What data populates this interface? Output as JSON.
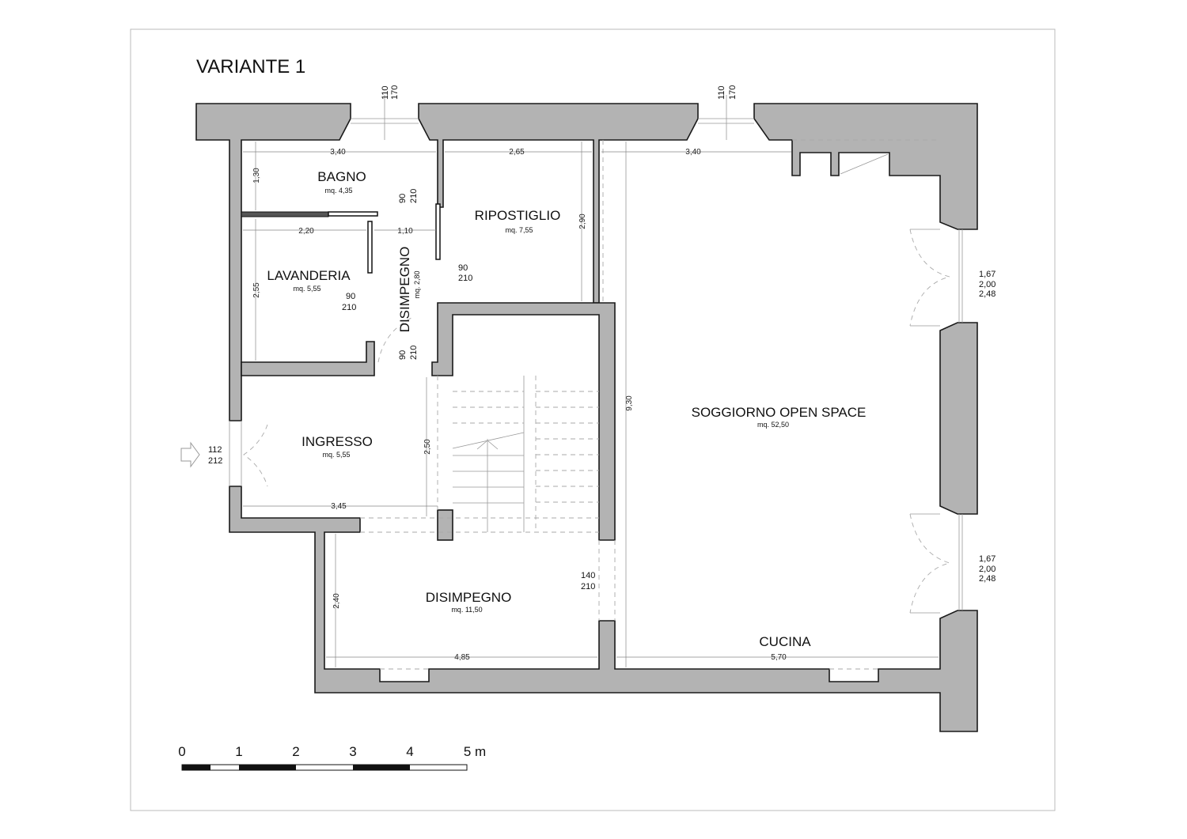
{
  "title": "VARIANTE 1",
  "rooms": {
    "bagno": {
      "name": "BAGNO",
      "area": "mq. 4,35"
    },
    "ripostiglio": {
      "name": "RIPOSTIGLIO",
      "area": "mq. 7,55"
    },
    "lavanderia": {
      "name": "LAVANDERIA",
      "area": "mq. 5,55"
    },
    "disimpegno_small": {
      "name": "DISIMPEGNO",
      "area": "mq. 2,80"
    },
    "ingresso": {
      "name": "INGRESSO",
      "area": "mq. 5,55"
    },
    "disimpegno": {
      "name": "DISIMPEGNO",
      "area": "mq. 11,50"
    },
    "soggiorno": {
      "name": "SOGGIORNO OPEN SPACE",
      "area": "mq. 52,50"
    },
    "cucina": {
      "name": "CUCINA"
    }
  },
  "dimensions": {
    "bagno_w": "3,40",
    "bagno_h": "1,30",
    "rip_w": "2,65",
    "rip_h": "2,90",
    "sogg_top_w": "3,40",
    "lav_w": "2,20",
    "lav_h": "2,55",
    "dis_w": "1,10",
    "ingr_h": "2,50",
    "ingr_w": "3,45",
    "sogg_h": "9,30",
    "dis_h": "2,40",
    "dis_w2": "4,85",
    "cucina_w": "5,70"
  },
  "openings": {
    "win1": [
      "110",
      "170"
    ],
    "win2": [
      "110",
      "170"
    ],
    "door_bagno": [
      "90",
      "210"
    ],
    "door_rip": [
      "90",
      "210"
    ],
    "door_lav": [
      "90",
      "210"
    ],
    "door_dis": [
      "90",
      "210"
    ],
    "door_entry": [
      "112",
      "212"
    ],
    "door_dis2": [
      "140",
      "210"
    ],
    "french1": [
      "1,67",
      "2,00",
      "2,48"
    ],
    "french2": [
      "1,67",
      "2,00",
      "2,48"
    ]
  },
  "scale_bar": {
    "labels": [
      "0",
      "1",
      "2",
      "3",
      "4",
      "5 m"
    ],
    "max_m": 5
  }
}
